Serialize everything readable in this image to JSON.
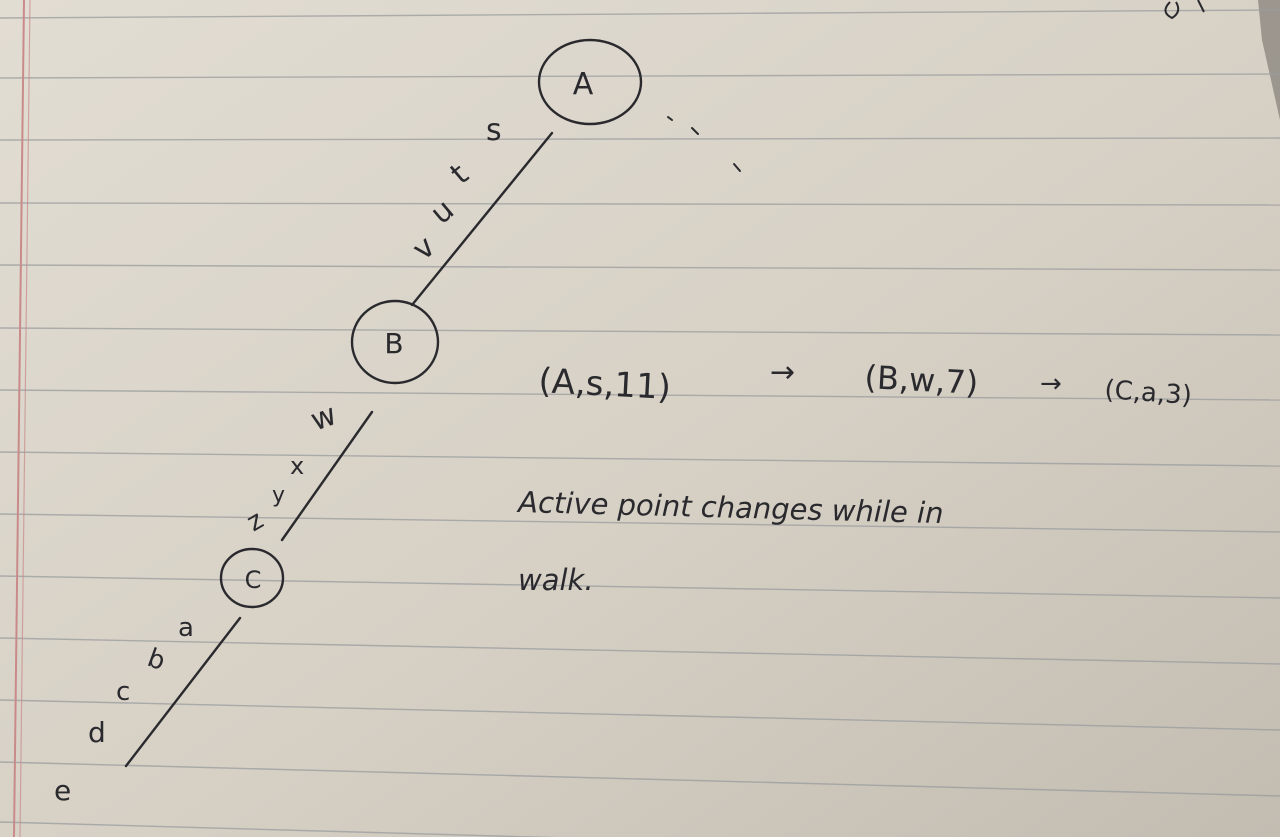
{
  "nodes": [
    {
      "id": "A",
      "label": "A"
    },
    {
      "id": "B",
      "label": "B"
    },
    {
      "id": "C",
      "label": "C"
    }
  ],
  "edges": [
    {
      "from": "A",
      "to": "B",
      "label_chars": [
        "s",
        "t",
        "u",
        "v"
      ]
    },
    {
      "from": "B",
      "to": "C",
      "label_chars": [
        "w",
        "x",
        "y",
        "z"
      ]
    },
    {
      "from": "C",
      "to": "end",
      "label_chars": [
        "a",
        "b",
        "c",
        "d",
        "e"
      ]
    }
  ],
  "sequence": [
    "(A,s,11)",
    "(B,w,7)",
    "(C,a,3)"
  ],
  "arrow_symbol": "→",
  "note": {
    "line1": "Active point changes while in",
    "line2": "walk."
  },
  "colors": {
    "paper": "#d8d3c9",
    "paper_shadow": "#bdb7ab",
    "rule_line": "#9a9c9e",
    "margin_line": "#c98a8a",
    "ink": "#2a2a2e"
  }
}
